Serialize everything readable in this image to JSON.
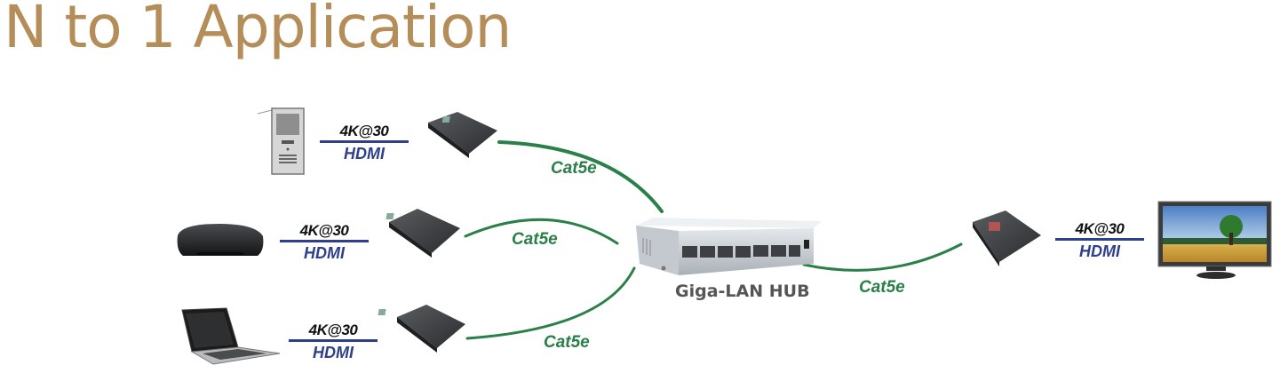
{
  "title": "N to 1 Application",
  "colors": {
    "title": "#b58d58",
    "cable": "#2a8048",
    "hdmi_bar": "#2e3f8c",
    "hdmi_text": "#2e3f8c"
  },
  "sources": [
    {
      "device": "desktop-pc",
      "resolution": "4K@30",
      "interface": "HDMI",
      "cable": "Cat5e"
    },
    {
      "device": "media-player",
      "resolution": "4K@30",
      "interface": "HDMI",
      "cable": "Cat5e"
    },
    {
      "device": "laptop",
      "resolution": "4K@30",
      "interface": "HDMI",
      "cable": "Cat5e"
    }
  ],
  "hub": {
    "label": "Giga-LAN HUB",
    "ports": 8
  },
  "receiver": {
    "resolution": "4K@30",
    "interface": "HDMI",
    "cable": "Cat5e",
    "display": "monitor"
  }
}
